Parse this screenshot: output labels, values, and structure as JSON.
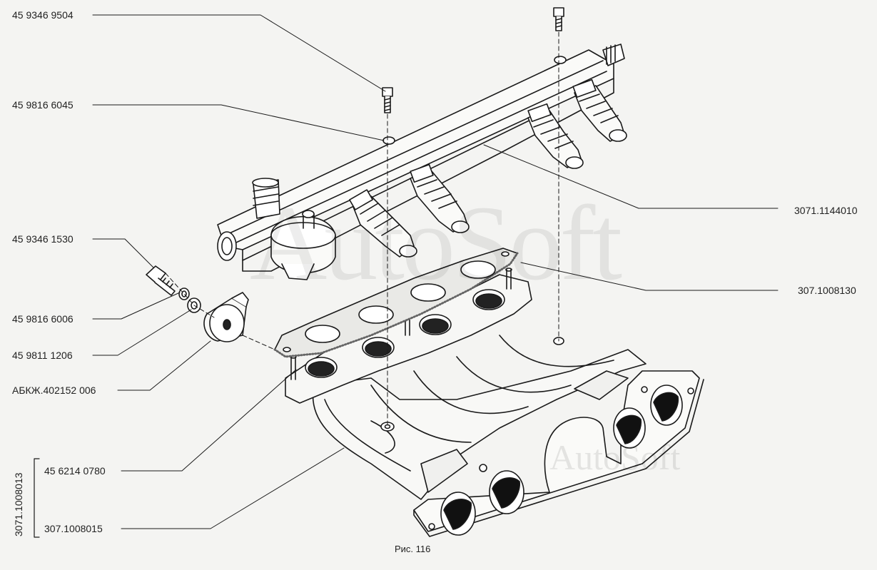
{
  "labels": {
    "p1": "45 9346 9504",
    "p2": "45 9816 6045",
    "p3": "3071.1144010",
    "p4": "45 9346 1530",
    "p5": "307.1008130",
    "p6": "45 9816 6006",
    "p7": "45 9811 1206",
    "p8": "АБКЖ.402152 006",
    "p9": "45 6214 0780",
    "p10": "307.1008015",
    "assembly": "3071.1008013"
  },
  "caption": "Рис. 116",
  "watermark": {
    "large": "AutoSoft",
    "small": "AutoSoft"
  }
}
